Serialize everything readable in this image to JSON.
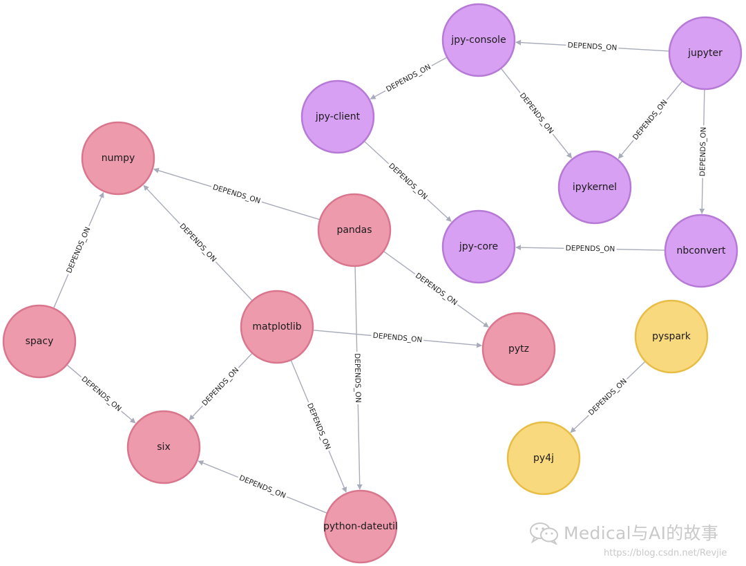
{
  "colors": {
    "pink_fill": "#ED9AAD",
    "pink_stroke": "#D9768E",
    "purple_fill": "#D7A0F2",
    "purple_stroke": "#B67AD6",
    "yellow_fill": "#F8D97E",
    "yellow_stroke": "#E8BD45",
    "edge": "#A8ABBA"
  },
  "nodes": [
    {
      "id": "numpy",
      "label": "numpy",
      "group": "pink"
    },
    {
      "id": "pandas",
      "label": "pandas",
      "group": "pink"
    },
    {
      "id": "spacy",
      "label": "spacy",
      "group": "pink"
    },
    {
      "id": "matplotlib",
      "label": "matplotlib",
      "group": "pink"
    },
    {
      "id": "pytz",
      "label": "pytz",
      "group": "pink"
    },
    {
      "id": "six",
      "label": "six",
      "group": "pink"
    },
    {
      "id": "python-dateutil",
      "label": "python-dateutil",
      "group": "pink"
    },
    {
      "id": "jpy-console",
      "label": "jpy-console",
      "group": "purple"
    },
    {
      "id": "jupyter",
      "label": "jupyter",
      "group": "purple"
    },
    {
      "id": "jpy-client",
      "label": "jpy-client",
      "group": "purple"
    },
    {
      "id": "ipykernel",
      "label": "ipykernel",
      "group": "purple"
    },
    {
      "id": "jpy-core",
      "label": "jpy-core",
      "group": "purple"
    },
    {
      "id": "nbconvert",
      "label": "nbconvert",
      "group": "purple"
    },
    {
      "id": "pyspark",
      "label": "pyspark",
      "group": "yellow"
    },
    {
      "id": "py4j",
      "label": "py4j",
      "group": "yellow"
    }
  ],
  "edges": [
    {
      "from": "jupyter",
      "to": "jpy-console",
      "label": "DEPENDS_ON"
    },
    {
      "from": "jpy-console",
      "to": "jpy-client",
      "label": "DEPENDS_ON"
    },
    {
      "from": "jpy-console",
      "to": "ipykernel",
      "label": "DEPENDS_ON"
    },
    {
      "from": "jupyter",
      "to": "ipykernel",
      "label": "DEPENDS_ON"
    },
    {
      "from": "jupyter",
      "to": "nbconvert",
      "label": "DEPENDS_ON"
    },
    {
      "from": "jpy-client",
      "to": "jpy-core",
      "label": "DEPENDS_ON"
    },
    {
      "from": "nbconvert",
      "to": "jpy-core",
      "label": "DEPENDS_ON"
    },
    {
      "from": "pandas",
      "to": "numpy",
      "label": "DEPENDS_ON"
    },
    {
      "from": "matplotlib",
      "to": "numpy",
      "label": "DEPENDS_ON"
    },
    {
      "from": "spacy",
      "to": "numpy",
      "label": "DEPENDS_ON"
    },
    {
      "from": "pandas",
      "to": "pytz",
      "label": "DEPENDS_ON"
    },
    {
      "from": "pandas",
      "to": "python-dateutil",
      "label": "DEPENDS_ON"
    },
    {
      "from": "matplotlib",
      "to": "pytz",
      "label": "DEPENDS_ON"
    },
    {
      "from": "matplotlib",
      "to": "six",
      "label": "DEPENDS_ON"
    },
    {
      "from": "matplotlib",
      "to": "python-dateutil",
      "label": "DEPENDS_ON"
    },
    {
      "from": "spacy",
      "to": "six",
      "label": "DEPENDS_ON"
    },
    {
      "from": "python-dateutil",
      "to": "six",
      "label": "DEPENDS_ON"
    },
    {
      "from": "pyspark",
      "to": "py4j",
      "label": "DEPENDS_ON"
    }
  ],
  "watermark": {
    "icon": "wechat-icon",
    "text": "Medical与AI的故事",
    "url": "https://blog.csdn.net/Revjie"
  }
}
